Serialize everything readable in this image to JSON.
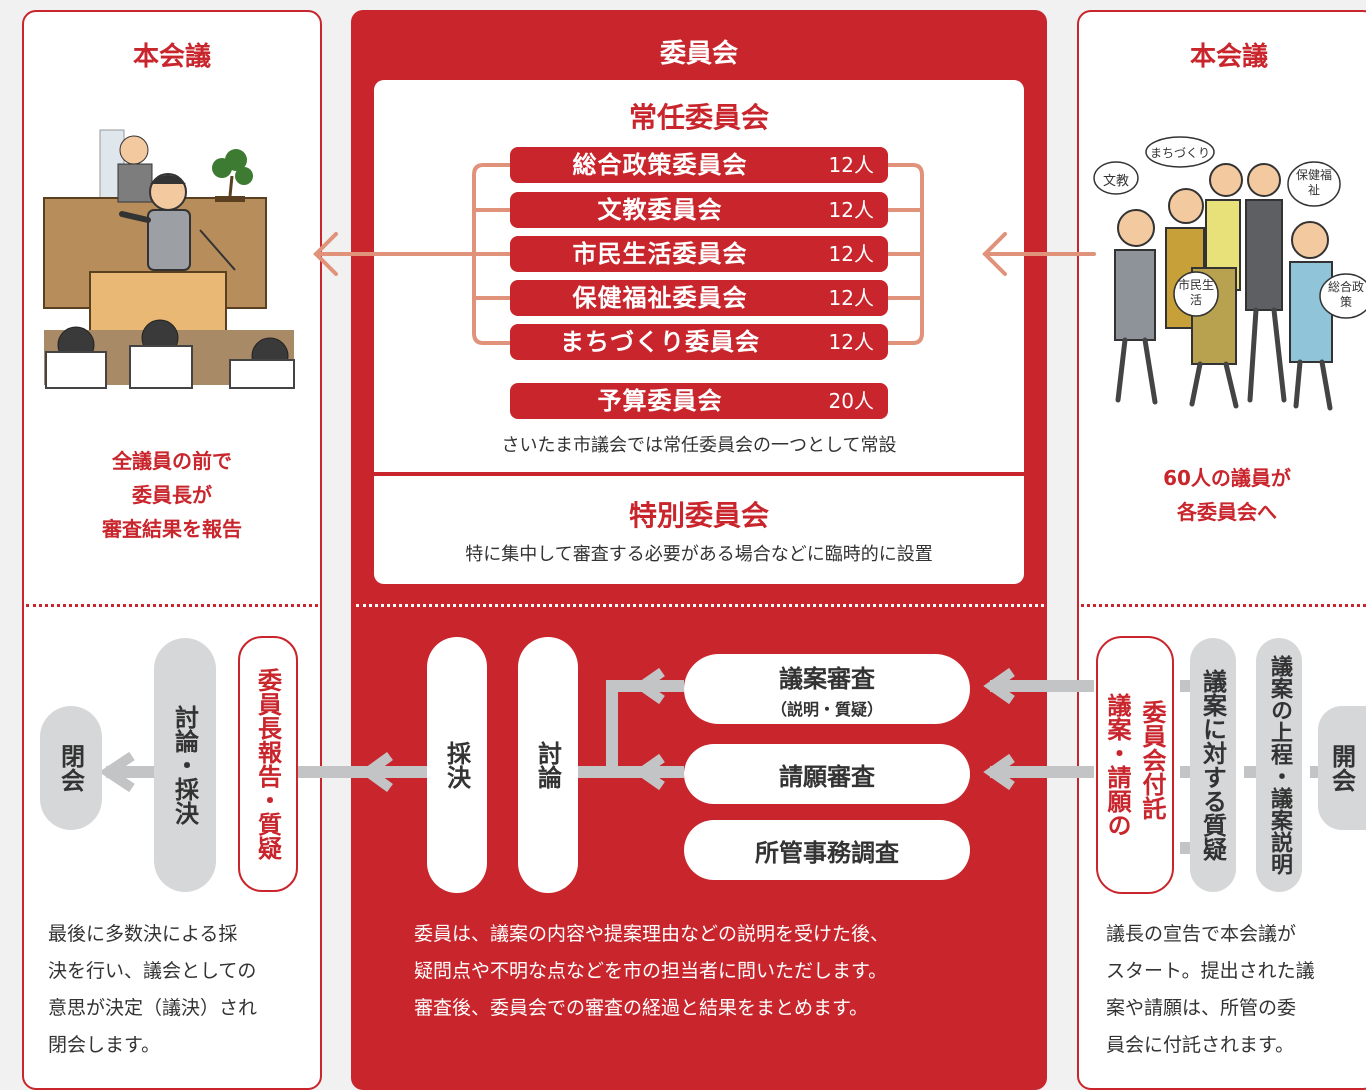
{
  "left_panel": {
    "title": "本会議",
    "report_lines": [
      "全議員の前で",
      "委員長が",
      "審査結果を報告"
    ]
  },
  "center_panel": {
    "title": "委員会",
    "standing": {
      "title": "常任委員会",
      "committees": [
        {
          "name": "総合政策委員会",
          "count": "12人"
        },
        {
          "name": "文教委員会",
          "count": "12人"
        },
        {
          "name": "市民生活委員会",
          "count": "12人"
        },
        {
          "name": "保健福祉委員会",
          "count": "12人"
        },
        {
          "name": "まちづくり委員会",
          "count": "12人"
        }
      ],
      "budget": {
        "name": "予算委員会",
        "count": "20人"
      },
      "note": "さいたま市議会では常任委員会の一つとして常設"
    },
    "special": {
      "title": "特別委員会",
      "note": "特に集中して審査する必要がある場合などに臨時的に設置"
    }
  },
  "right_panel": {
    "title": "本会議",
    "bubbles": [
      "まちづくり",
      "文教",
      "保健福祉",
      "市民生活",
      "総合政策"
    ],
    "members_lines": [
      "60人の議員が",
      "各委員会へ"
    ]
  },
  "flow": {
    "open": "開会",
    "agenda": "議案の上程・議案説明",
    "questions": "議案に対する質疑",
    "referral_a": "議案・請願の",
    "referral_b": "委員会付託",
    "bill_review": "議案審査",
    "bill_review_sub": "（説明・質疑）",
    "petition_review": "請願審査",
    "affairs_review": "所管事務調査",
    "debate": "討論",
    "vote": "採決",
    "chair_report": "委員長報告・質疑",
    "debate_vote": "討論・採決",
    "close": "閉会"
  },
  "descriptions": {
    "left": [
      "最後に多数決による採",
      "決を行い、議会としての",
      "意思が決定（議決）され",
      "閉会します。"
    ],
    "center": [
      "委員は、議案の内容や提案理由などの説明を受けた後、",
      "疑問点や不明な点などを市の担当者に問いただします。",
      "審査後、委員会での審査の経過と結果をまとめます。"
    ],
    "right": [
      "議長の宣告で本会議が",
      "スタート。提出された議",
      "案や請願は、所管の委",
      "員会に付託されます。"
    ]
  },
  "colors": {
    "accent": "#c9252c",
    "arrow_pink": "#e0927a",
    "gray": "#d6d7d8",
    "arrow_gray": "#c3c4c6"
  }
}
